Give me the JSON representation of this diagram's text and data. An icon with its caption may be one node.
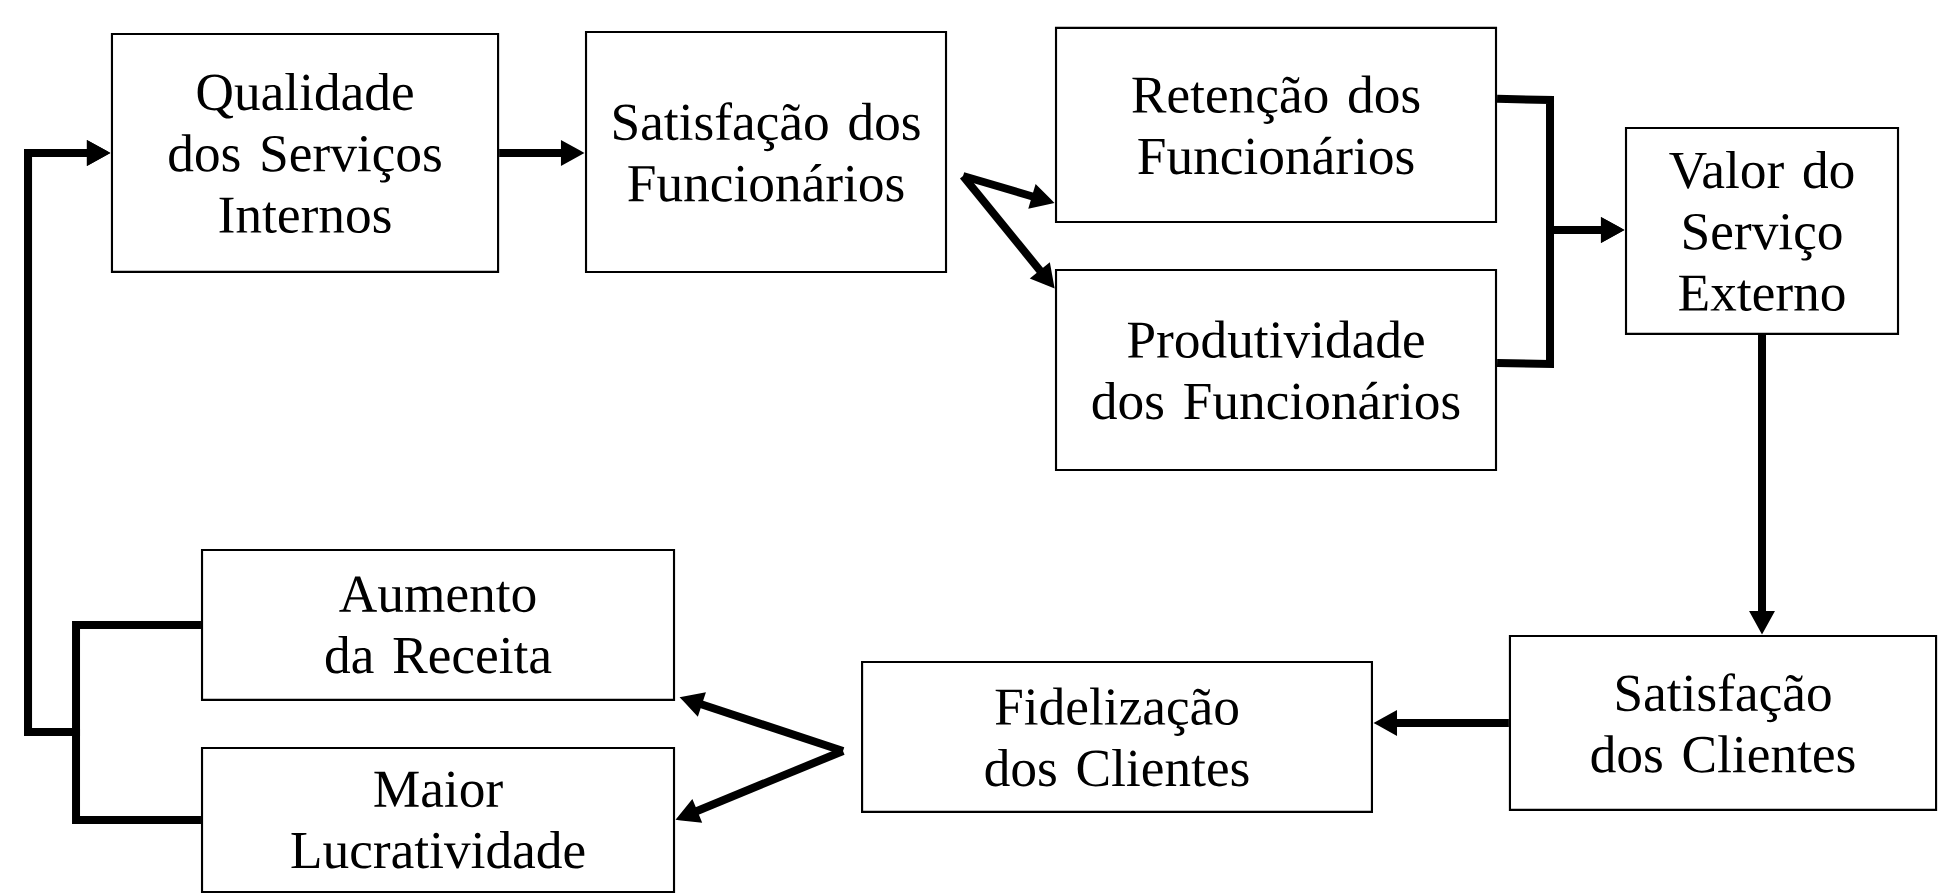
{
  "diagram": {
    "nodes": [
      {
        "text": [
          "Qualidade dos Serviços Internos"
        ]
      },
      {
        "text": [
          "Satisfação dos Funcionários"
        ]
      },
      {
        "text": [
          "Retenção dos Funcionários"
        ]
      },
      {
        "text": [
          "Produtividade dos Funcionários"
        ]
      },
      {
        "text": [
          "Valor do Serviço Externo"
        ]
      },
      {
        "text": [
          "Satisfação dos Clientes"
        ]
      },
      {
        "text": [
          "Fidelização dos Clientes"
        ]
      },
      {
        "text": [
          "Aumento da Receita"
        ]
      },
      {
        "text": [
          "Maior Lucratividade"
        ]
      }
    ],
    "edges": [
      {
        "from": 0,
        "to": 1,
        "arrow": "to"
      },
      {
        "from": 1,
        "to": 2,
        "arrow": "to"
      },
      {
        "from": 1,
        "to": 3,
        "arrow": "to"
      },
      {
        "from": 2,
        "to": 4,
        "arrow": "to"
      },
      {
        "from": 3,
        "to": 4,
        "arrow": "to"
      },
      {
        "from": 4,
        "to": 5,
        "arrow": "to"
      },
      {
        "from": 5,
        "to": 6,
        "arrow": "to"
      },
      {
        "from": 6,
        "to": 7,
        "arrow": "to"
      },
      {
        "from": 6,
        "to": 8,
        "arrow": "to"
      },
      {
        "from": 7,
        "to": 0,
        "arrow": "to"
      },
      {
        "from": 8,
        "to": 0,
        "arrow": "to"
      }
    ]
  }
}
